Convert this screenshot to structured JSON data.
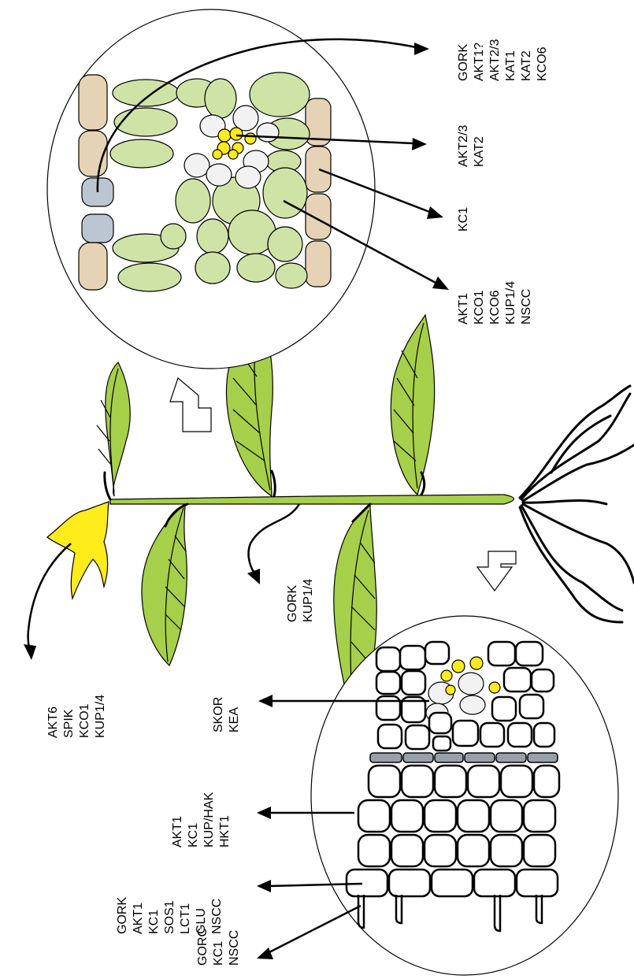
{
  "labels": {
    "flower": [
      "AKT6",
      "SPIK",
      "KCO1",
      "KUP1/4"
    ],
    "stem_mid": [
      "GORK",
      "KUP1/4"
    ],
    "leaf_guard": [
      "GORK",
      "AKT1?",
      "AKT2/3",
      "KAT1",
      "KAT2",
      "KCO6"
    ],
    "leaf_vein": [
      "AKT2/3",
      "KAT2"
    ],
    "leaf_epidermis": [
      "KC1"
    ],
    "leaf_mesophyll": [
      "AKT1",
      "KCO1",
      "KCO6",
      "KUP1/4",
      "NSCC"
    ],
    "root_stele": [
      "SKOR",
      "KEA"
    ],
    "root_cortex": [
      "AKT1",
      "KC1",
      "KUP/HAK",
      "HKT1"
    ],
    "root_epidermis": [
      "GORK",
      "AKT1",
      "KC1",
      "SOS1",
      "LCT1",
      "GLU",
      "NSCC"
    ],
    "root_hair": [
      "GORC",
      "KC1",
      "NSCC"
    ]
  },
  "colors": {
    "leaf_green": "#a6cf4a",
    "leaf_cell_green": "#cfe3a6",
    "epidermis_tan": "#e6d3b6",
    "guard_cell_gray": "#bcc6d0",
    "flower_yellow": "#ffec1a",
    "phloem_yellow": "#ffea1c",
    "endodermis_gray": "#9aa0a8"
  }
}
